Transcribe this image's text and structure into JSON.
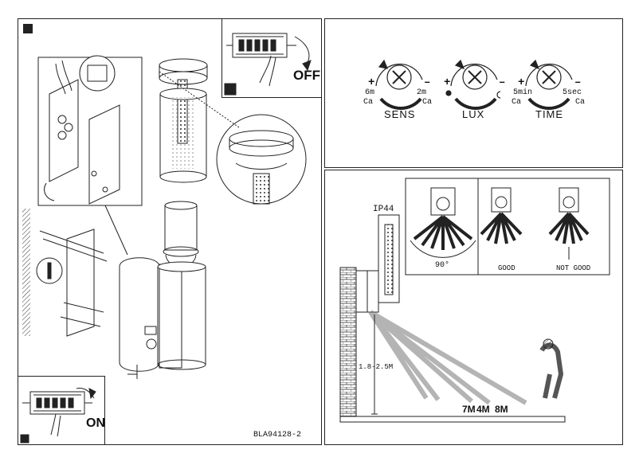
{
  "panels": {
    "install_marker": "┌",
    "switch_off_label": "OFF",
    "switch_on_label": "ON",
    "reference_code": "BLA94128-2"
  },
  "knobs": {
    "sens": {
      "title": "SENS",
      "left_value": "6m",
      "right_value": "2m",
      "left_unit": "Ca",
      "right_unit": "Ca",
      "plus": "+",
      "minus": "–"
    },
    "lux": {
      "title": "LUX",
      "plus": "+",
      "minus": "–"
    },
    "time": {
      "title": "TIME",
      "left_value": "5min",
      "right_value": "5sec",
      "left_unit": "Ca",
      "right_unit": "Ca",
      "plus": "+",
      "minus": "–"
    }
  },
  "detection": {
    "ip_rating": "IP44",
    "angle_label": "90°",
    "good_label": "GOOD",
    "not_good_label": "NOT GOOD",
    "height_label": "1.8-2.5M",
    "distance_labels": [
      "7M",
      "4M",
      "8M"
    ]
  },
  "colors": {
    "line": "#222222",
    "background": "#ffffff"
  }
}
